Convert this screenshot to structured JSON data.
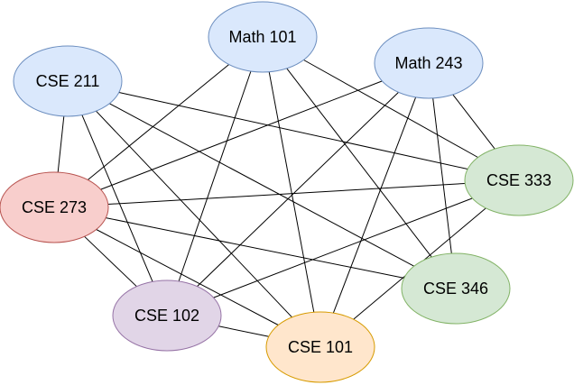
{
  "nodes": [
    {
      "id": "math101",
      "label": "Math 101",
      "fill": "#dae8fc",
      "stroke": "#6c8ebf"
    },
    {
      "id": "math243",
      "label": "Math 243",
      "fill": "#dae8fc",
      "stroke": "#6c8ebf"
    },
    {
      "id": "cse211",
      "label": "CSE 211",
      "fill": "#dae8fc",
      "stroke": "#6c8ebf"
    },
    {
      "id": "cse273",
      "label": "CSE 273",
      "fill": "#f8cecc",
      "stroke": "#b85450"
    },
    {
      "id": "cse333",
      "label": "CSE 333",
      "fill": "#d5e8d4",
      "stroke": "#82b366"
    },
    {
      "id": "cse346",
      "label": "CSE 346",
      "fill": "#d5e8d4",
      "stroke": "#82b366"
    },
    {
      "id": "cse102",
      "label": "CSE 102",
      "fill": "#e1d5e7",
      "stroke": "#9673a6"
    },
    {
      "id": "cse101",
      "label": "CSE 101",
      "fill": "#ffe6cc",
      "stroke": "#d79b00"
    }
  ],
  "edges": [
    [
      "math101",
      "cse273"
    ],
    [
      "math101",
      "cse102"
    ],
    [
      "math101",
      "cse101"
    ],
    [
      "math101",
      "cse346"
    ],
    [
      "math101",
      "cse333"
    ],
    [
      "math243",
      "cse273"
    ],
    [
      "math243",
      "cse102"
    ],
    [
      "math243",
      "cse101"
    ],
    [
      "math243",
      "cse346"
    ],
    [
      "math243",
      "cse333"
    ],
    [
      "cse211",
      "cse273"
    ],
    [
      "cse211",
      "cse102"
    ],
    [
      "cse211",
      "cse101"
    ],
    [
      "cse211",
      "cse346"
    ],
    [
      "cse211",
      "cse333"
    ],
    [
      "cse273",
      "cse333"
    ],
    [
      "cse273",
      "cse346"
    ],
    [
      "cse273",
      "cse102"
    ],
    [
      "cse273",
      "cse101"
    ],
    [
      "cse102",
      "cse333"
    ],
    [
      "cse102",
      "cse101"
    ],
    [
      "cse101",
      "cse333"
    ]
  ]
}
